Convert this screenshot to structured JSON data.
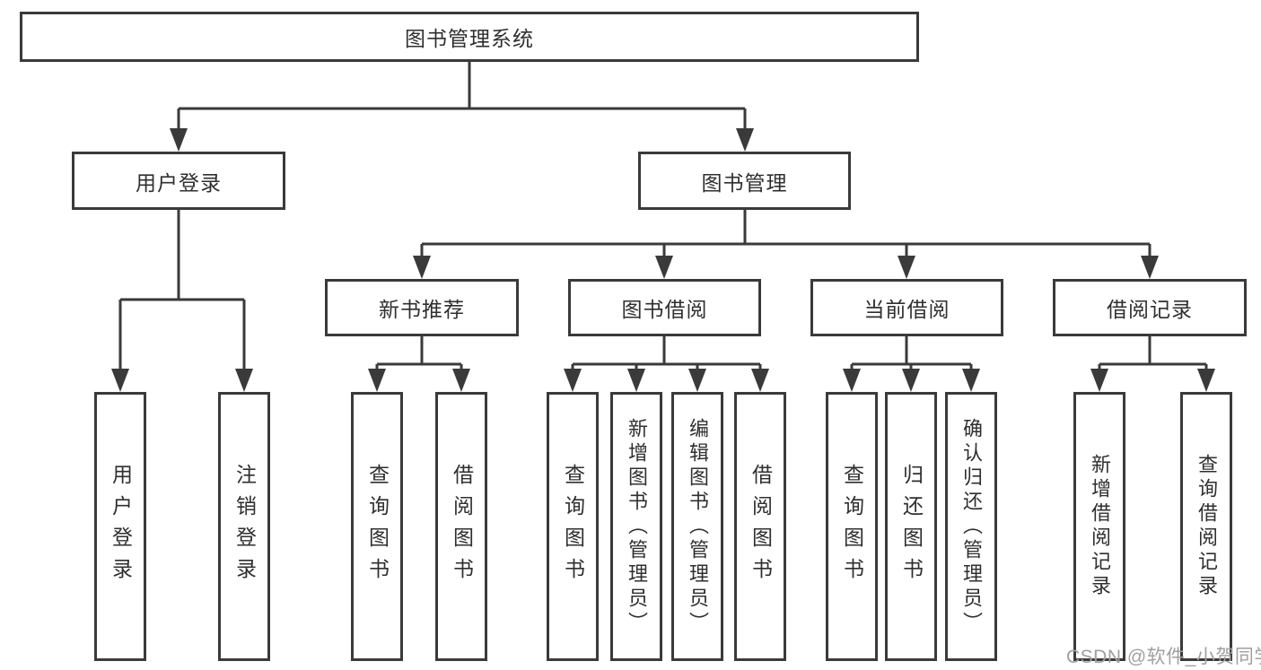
{
  "tree": {
    "root": "图书管理系统",
    "branches": [
      {
        "label": "用户登录",
        "children": [
          "用户登录",
          "注销登录"
        ]
      },
      {
        "label": "图书管理",
        "sections": [
          {
            "label": "新书推荐",
            "children": [
              "查询图书",
              "借阅图书"
            ]
          },
          {
            "label": "图书借阅",
            "children": [
              "查询图书",
              "新增图书（管理员）",
              "编辑图书（管理员）",
              "借阅图书"
            ]
          },
          {
            "label": "当前借阅",
            "children": [
              "查询图书",
              "归还图书",
              "确认归还（管理员）"
            ]
          },
          {
            "label": "借阅记录",
            "children": [
              "新增借阅记录",
              "查询借阅记录"
            ]
          }
        ]
      }
    ]
  },
  "watermark": {
    "text": "CSDN @软件_小贺同学"
  },
  "colors": {
    "line": "#3a3a3a",
    "box_border": "#3a3a3a",
    "text": "#2f2f2f",
    "watermark": "#a0a0a0",
    "background": "#ffffff"
  }
}
